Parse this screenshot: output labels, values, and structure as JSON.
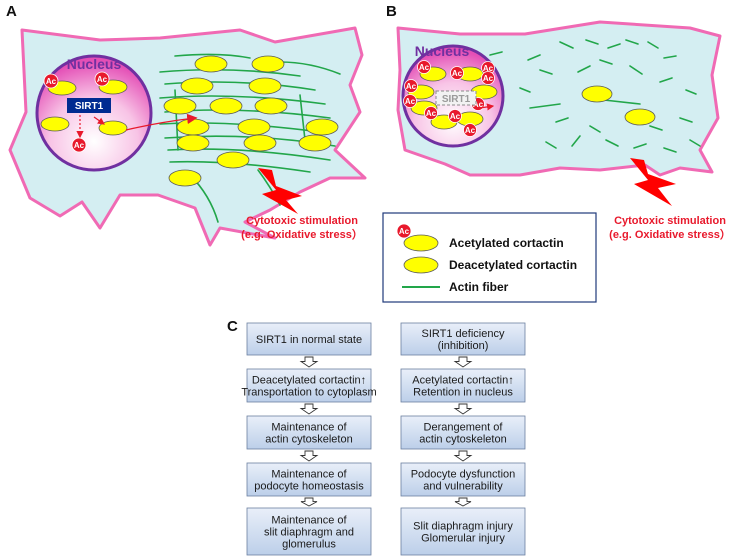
{
  "panels": {
    "a": {
      "letter": "A",
      "nucleus": "Nucleus",
      "ac": "Ac",
      "sirt1": "SIRT1",
      "stimulus_line1": "Cytotoxic stimulation",
      "stimulus_line2": "(e.g. Oxidative stress）"
    },
    "b": {
      "letter": "B",
      "nucleus": "Nucleus",
      "ac": "Ac",
      "sirt1": "SIRT1",
      "stimulus_line1": "Cytotoxic stimulation",
      "stimulus_line2": "(e.g. Oxidative stress）"
    },
    "c": {
      "letter": "C"
    }
  },
  "legend": {
    "ac": "Ac",
    "acetylated": "Acetylated cortactin",
    "deacetylated": "Deacetylated cortactin",
    "actin": "Actin fiber"
  },
  "flow": {
    "left": [
      [
        "SIRT1 in normal state"
      ],
      [
        "Deacetylated cortactin↑",
        "Transportation to cytoplasm"
      ],
      [
        "Maintenance of",
        "actin cytoskeleton"
      ],
      [
        "Maintenance of",
        "podocyte homeostasis"
      ],
      [
        "Maintenance of",
        "slit diaphragm and",
        "glomerulus"
      ]
    ],
    "right": [
      [
        "SIRT1 deficiency",
        "(inhibition)"
      ],
      [
        "Acetylated cortactin↑",
        "Retention in nucleus"
      ],
      [
        "Derangement of",
        "actin cytoskeleton"
      ],
      [
        "Podocyte dysfunction",
        "and vulnerability"
      ],
      [
        "Slit diaphragm injury",
        "Glomerular injury"
      ]
    ]
  },
  "colors": {
    "cell_fill": "#d4eef2",
    "cell_border": "#f06ab4",
    "nucleus_border": "#7030a0",
    "cortactin": "#ffff00",
    "acetyl": "#e8192c",
    "actin": "#22a64a",
    "sirt1_box": "#002b91",
    "flow_box": "#c6d6ec"
  }
}
